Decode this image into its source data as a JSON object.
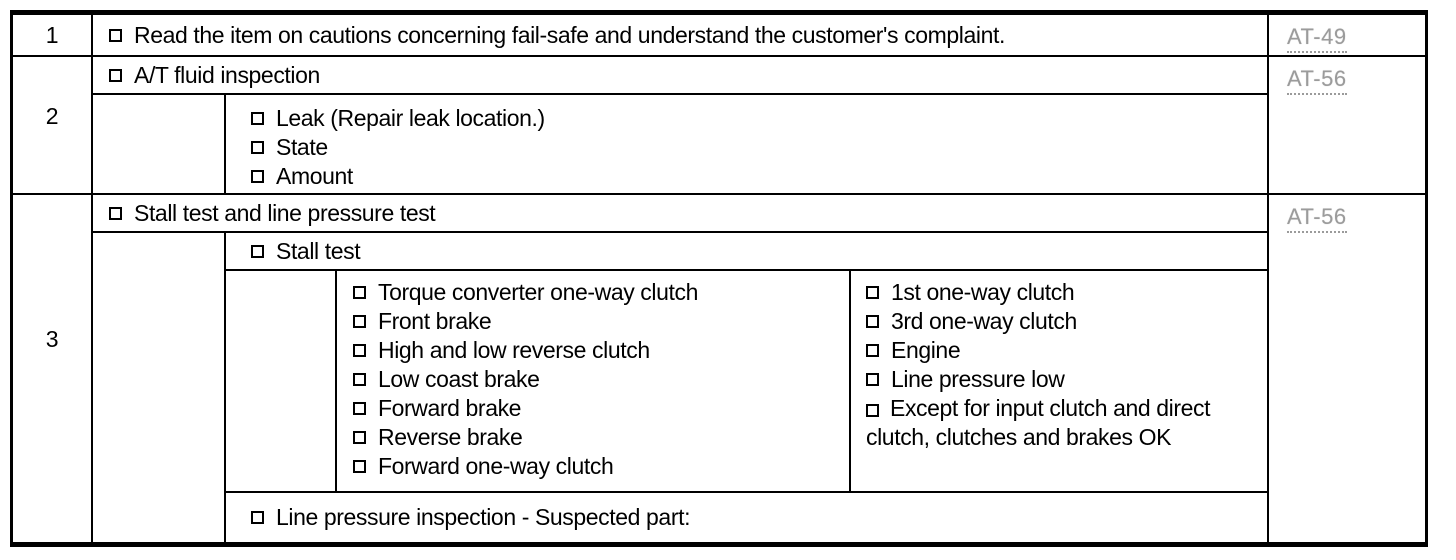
{
  "colors": {
    "ink": "#000000",
    "paper": "#ffffff",
    "link_gray": "#9b9b9b"
  },
  "icons": {
    "checkbox": "☐"
  },
  "rows": [
    {
      "number": "1",
      "link": "AT-49",
      "item": "Read the item on cautions concerning fail-safe and understand the customer's complaint."
    },
    {
      "number": "2",
      "link": "AT-56",
      "main_item": "A/T fluid inspection",
      "sub_items": [
        "Leak (Repair leak location.)",
        "State",
        "Amount"
      ]
    },
    {
      "number": "3",
      "link": "AT-56",
      "main_item": "Stall test and line pressure test",
      "sub_item": "Stall test",
      "stall_results_left": [
        "Torque converter one-way clutch",
        "Front brake",
        "High and low reverse clutch",
        "Low coast brake",
        "Forward brake",
        "Reverse brake",
        "Forward one-way clutch"
      ],
      "stall_results_right": [
        "1st one-way clutch",
        "3rd one-way clutch",
        "Engine",
        "Line pressure low",
        "Except for input clutch and direct clutch, clutches and brakes OK"
      ],
      "footer_item": "Line pressure inspection - Suspected part:"
    }
  ]
}
